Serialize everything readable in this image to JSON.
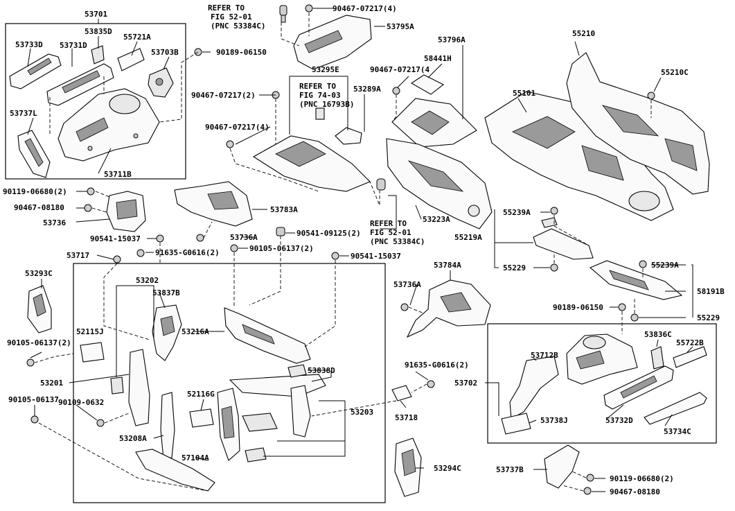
{
  "diagram": {
    "labels": {
      "l53701": "53701",
      "l53733D": "53733D",
      "l53835D": "53835D",
      "l55721A": "55721A",
      "l53731D": "53731D",
      "l53703B": "53703B",
      "l53737L": "53737L",
      "l53711B": "53711B",
      "l90189_a": "90189-06150",
      "ref1_a": "REFER TO",
      "ref1_b": "FIG 52-01",
      "ref1_c": "(PNC 53384C)",
      "l90467_top": "90467-07217(4)",
      "l53795A": "53795A",
      "l53295E": "53295E",
      "ref2_a": "REFER TO",
      "ref2_b": "FIG 74-03",
      "ref2_c": "(PNC 16793B)",
      "l53289A": "53289A",
      "l90467_2": "90467-07217(2)",
      "l90467_4b": "90467-07217(4)",
      "l53796A": "53796A",
      "l58441H": "58441H",
      "l90467_4c": "90467-07217(4",
      "l55210": "55210",
      "l55210C": "55210C",
      "l55101": "55101",
      "l90119_a": "90119-06680(2)",
      "l90467_08180a": "90467-08180",
      "l53736": "53736",
      "l53783A": "53783A",
      "l53223A": "53223A",
      "ref3_a": "REFER TO",
      "ref3_b": "FIG 52-01",
      "ref3_c": "(PNC 53384C)",
      "l55239A_a": "55239A",
      "l55219A": "55219A",
      "l55229_a": "55229",
      "l90541_15037a": "90541-15037",
      "l53736A_a": "53736A",
      "l90541_09125": "90541-09125(2)",
      "l53717": "53717",
      "l91635_a": "91635-G0616(2)",
      "l90105_a": "90105-06137(2)",
      "l90541_15037b": "90541-15037",
      "l53784A": "53784A",
      "l55239A_b": "55239A",
      "l58191B": "58191B",
      "l53293C": "53293C",
      "l53202": "53202",
      "l53837B": "53837B",
      "l53736A_b": "53736A",
      "l90189_b": "90189-06150",
      "l55229_b": "55229",
      "l52115J": "52115J",
      "l53216A": "53216A",
      "l90105_b": "90105-06137(2)",
      "l53836C": "53836C",
      "l55722B": "55722B",
      "l53838D": "53838D",
      "l53712B": "53712B",
      "l91635_b": "91635-G0616(2)",
      "l53702": "53702",
      "l53201": "53201",
      "l52116G": "52116G",
      "l53203": "53203",
      "l90109": "90109-0632",
      "l53718": "53718",
      "l90105_c": "90105-06137",
      "l53738J": "53738J",
      "l53732D": "53732D",
      "l53734C": "53734C",
      "l53208A": "53208A",
      "l57104A": "57104A",
      "l53294C": "53294C",
      "l53737B": "53737B",
      "l90119_b": "90119-06680(2)",
      "l90467_08180b": "90467-08180"
    }
  }
}
